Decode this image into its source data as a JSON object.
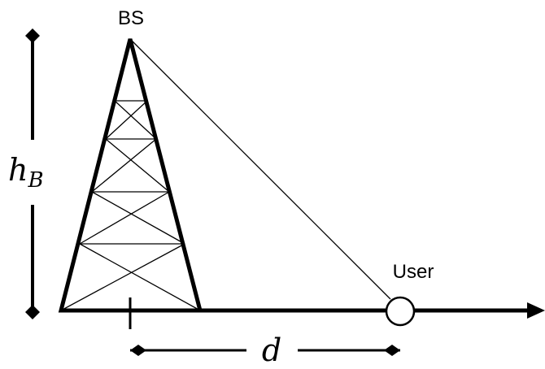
{
  "labels": {
    "base_station": "BS",
    "user": "User",
    "height_main": "h",
    "height_sub": "B",
    "distance": "d"
  },
  "colors": {
    "stroke": "#000000",
    "background": "#ffffff"
  }
}
